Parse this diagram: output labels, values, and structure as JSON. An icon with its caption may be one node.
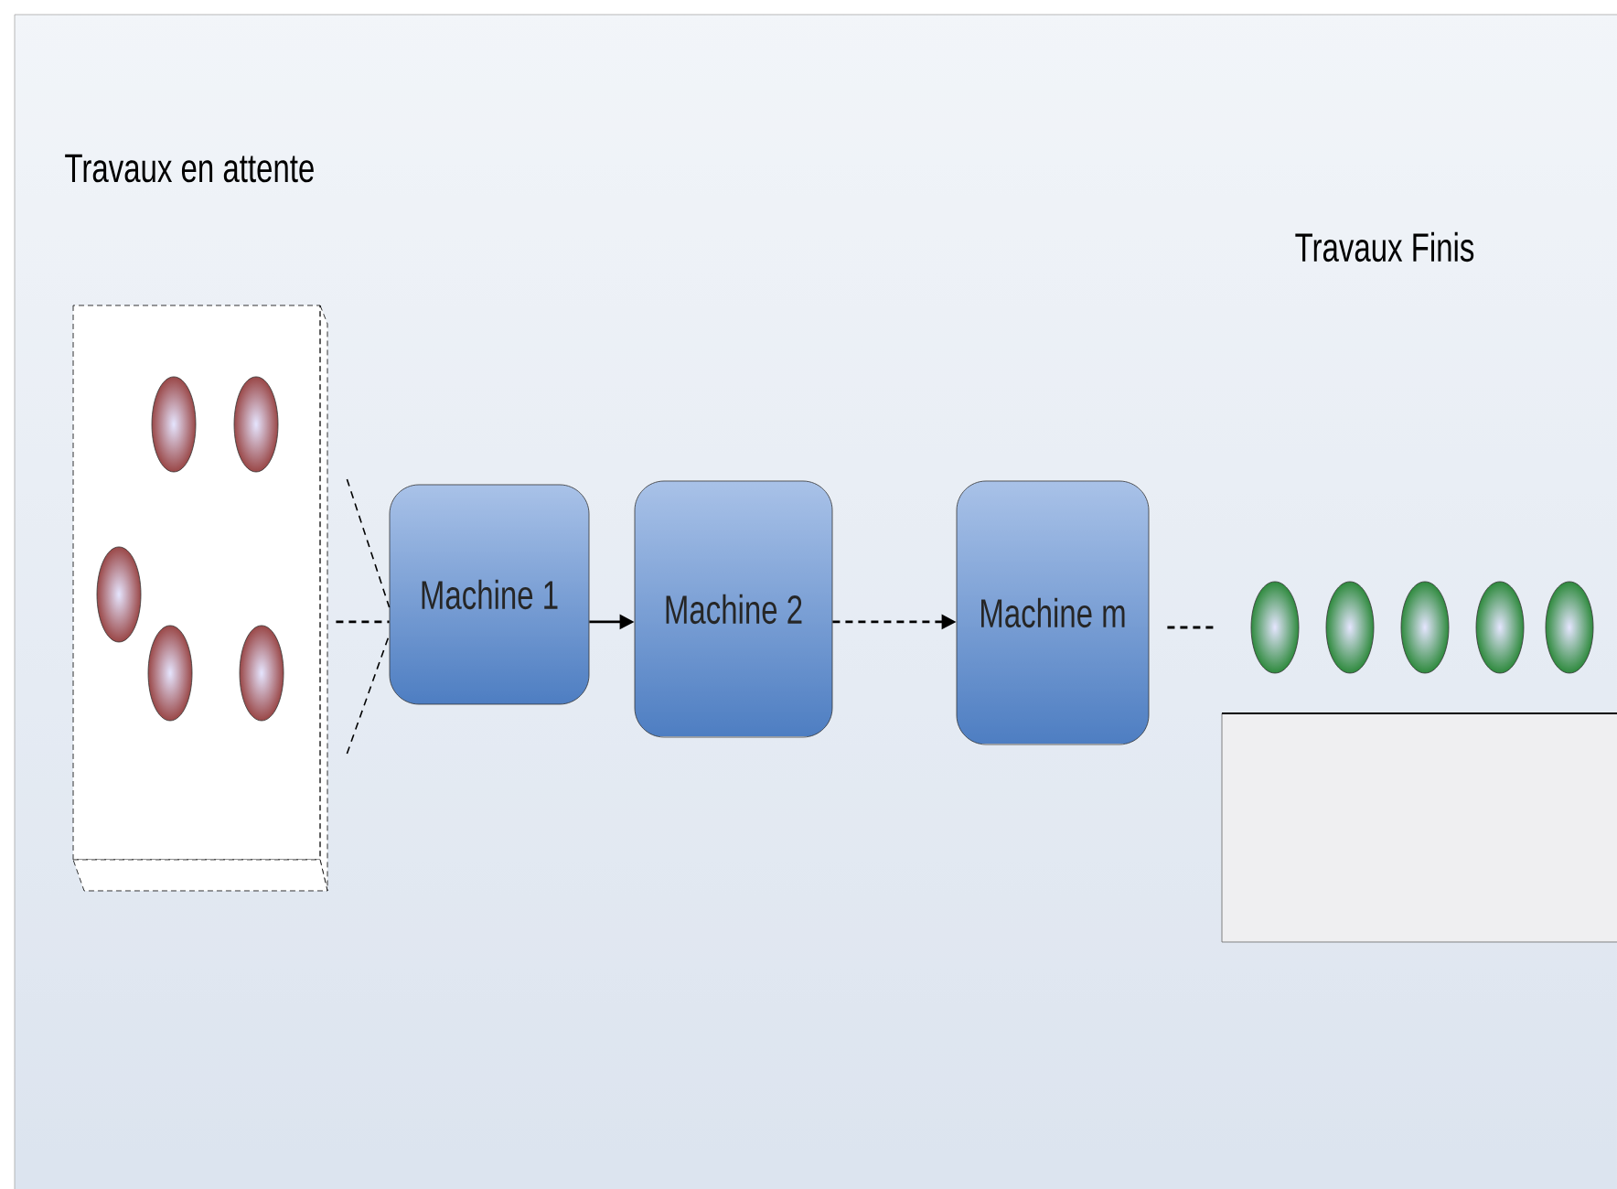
{
  "diagram": {
    "nodes": [
      {
        "text": [
          "Travaux en attente"
        ]
      },
      {
        "text": [
          "Machine 1"
        ]
      },
      {
        "text": [
          "Machine 2"
        ]
      },
      {
        "text": [
          "Machine m"
        ]
      },
      {
        "text": [],
        "shape": "box"
      }
    ],
    "labels": [
      "Travaux Finis"
    ],
    "edges": [
      {
        "from": 0,
        "to": 1,
        "arrow": "none",
        "style": "dashed"
      },
      {
        "from": 0,
        "to": 1,
        "arrow": "none",
        "style": "dashed"
      },
      {
        "from": 0,
        "to": 1,
        "arrow": "none",
        "style": "dashed"
      },
      {
        "from": 1,
        "to": 2,
        "arrow": "to"
      },
      {
        "from": 2,
        "to": 3,
        "arrow": "to",
        "style": "dashed"
      },
      {
        "from": 3,
        "to": 4,
        "arrow": "none",
        "style": "dashed"
      }
    ]
  }
}
